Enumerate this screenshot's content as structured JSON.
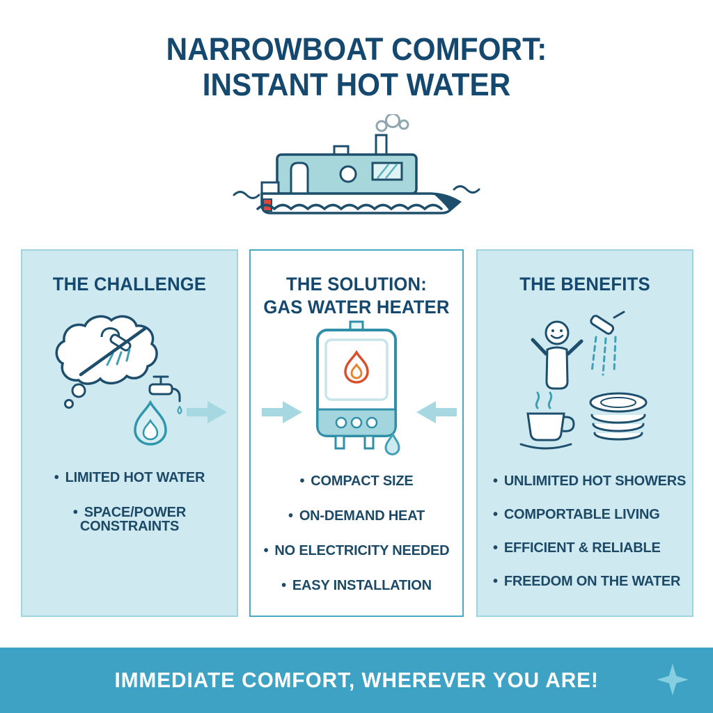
{
  "title": {
    "line1": "NARROWBOAT COMFORT:",
    "line2": "INSTANT HOT WATER"
  },
  "bullet_char": "•",
  "panels": {
    "challenge": {
      "title": "THE CHALLENGE",
      "items": [
        "LIMITED HOT WATER",
        "SPACE/POWER CONSTRAINTS"
      ]
    },
    "solution": {
      "title_line1": "THE SOLUTION:",
      "title_line2": "GAS WATER HEATER",
      "items": [
        "COMPACT SIZE",
        "ON-DEMAND HEAT",
        "NO ELECTRICITY NEEDED",
        "EASY INSTALLATION"
      ]
    },
    "benefits": {
      "title": "THE BENEFITS",
      "items": [
        "UNLIMITED HOT SHOWERS",
        "COMPORTABLE LIVING",
        "EFFICIENT & RELIABLE",
        "FREEDOM ON THE WATER"
      ]
    }
  },
  "footer": {
    "text": "IMMEDIATE COMFORT, WHEREVER YOU ARE!"
  },
  "icons": {
    "header": "narrowboat-illustration",
    "challenge": [
      "no-hot-shower-thought-bubble-icon",
      "faucet-icon",
      "flame-icon"
    ],
    "solution": [
      "gas-water-heater-icon",
      "water-drop-icon"
    ],
    "benefits": [
      "person-shower-icon",
      "coffee-cup-icon",
      "plates-stack-icon"
    ],
    "arrows": [
      "arrow-right-icon",
      "arrow-right-icon",
      "arrow-left-icon"
    ],
    "footer": "sparkle-icon"
  },
  "colors": {
    "heading_navy": "#14486e",
    "text_navy": "#1c4a66",
    "teal": "#3f9fb5",
    "panel_bg": "#cfe9f1",
    "panel_border_light": "#9ed4e0",
    "panel_border_dark": "#4aa9c2",
    "footer_bg": "#3da2c4",
    "arrow_fill": "#a6d8e2",
    "flame_orange": "#d94f2b",
    "boat_red": "#e0453a"
  }
}
